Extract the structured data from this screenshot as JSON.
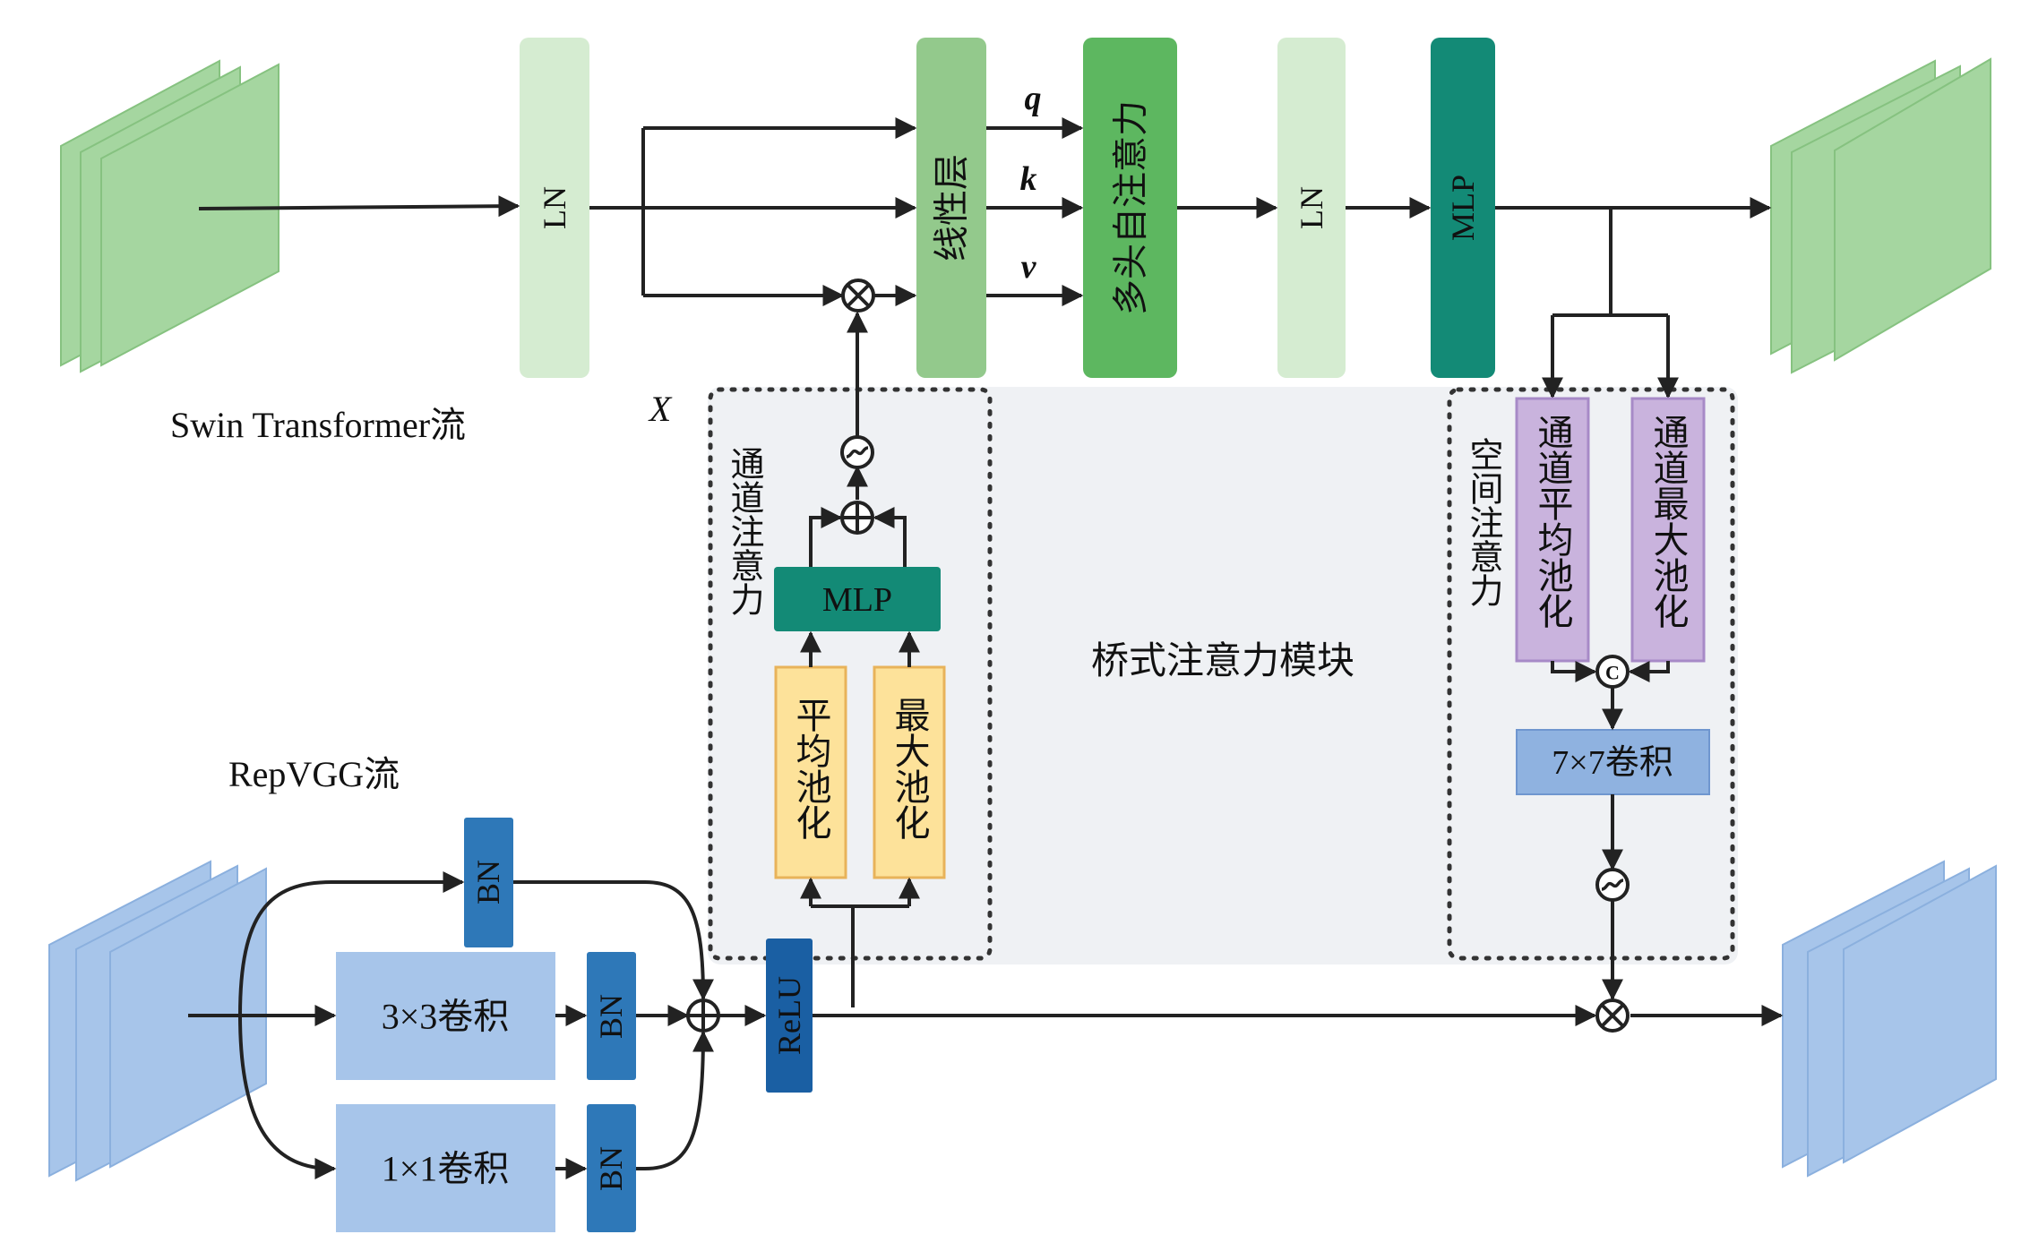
{
  "colors": {
    "green_light": "#d5ecd1",
    "green_mid": "#93c98c",
    "green_dark": "#5db760",
    "teal": "#138a76",
    "blue_light": "#a7c5ea",
    "blue_mid": "#8fb2e0",
    "blue_dark": "#2e78b8",
    "blue_navy": "#1a5fa3",
    "yellow": "#fde29a",
    "yellow_border": "#e8b35a",
    "purple": "#c9b3dd",
    "bridge_bg": "#eff1f4",
    "line": "#222222"
  },
  "swin": {
    "stream_label": "Swin Transformer流",
    "ln1": "LN",
    "linear_layer": "线性层",
    "q": "q",
    "k": "k",
    "v": "v",
    "mhsa": "多头自注意力",
    "ln2": "LN",
    "mlp": "MLP"
  },
  "x_label": "X",
  "channel_attention": {
    "title": "通道注意力",
    "mlp": "MLP",
    "avg_pool": "平均池化",
    "max_pool": "最大池化"
  },
  "bridge": {
    "title": "桥式注意力模块"
  },
  "spatial_attention": {
    "title": "空间注意力",
    "channel_avg_pool": "通道平均池化",
    "channel_max_pool": "通道最大池化",
    "conv7": "7×7卷积",
    "concat_symbol": "C"
  },
  "repvgg": {
    "stream_label": "RepVGG流",
    "bn_top": "BN",
    "conv3": "3×3卷积",
    "bn3": "BN",
    "conv1": "1×1卷积",
    "bn1": "BN",
    "relu": "ReLU"
  },
  "operators": {
    "multiply": "multiply-operator",
    "add": "add-operator",
    "sigmoid": "sigmoid-operator",
    "concat": "concat-operator"
  }
}
